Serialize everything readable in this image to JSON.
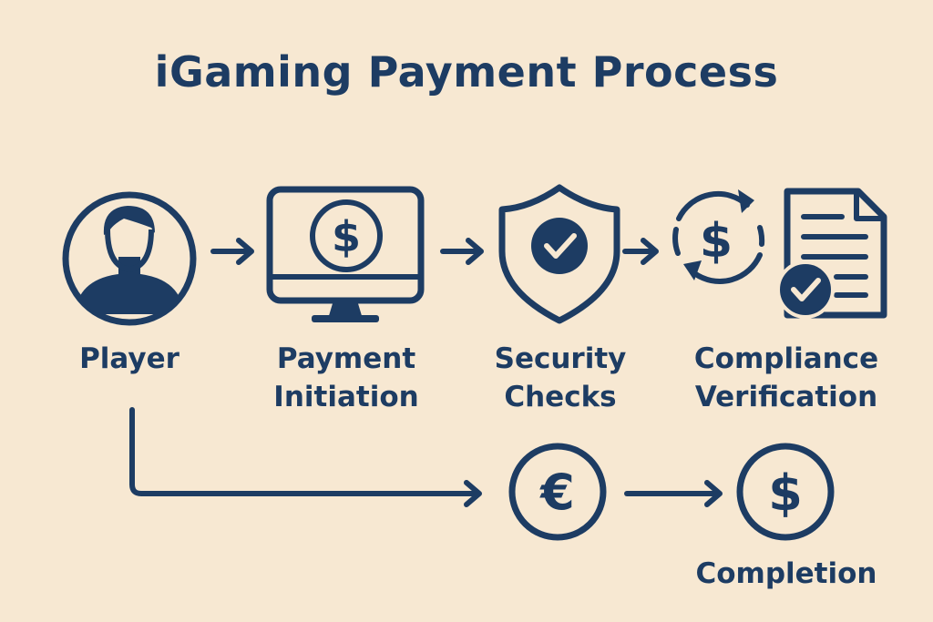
{
  "title": "iGaming Payment Process",
  "steps": [
    {
      "icon": "player-icon",
      "label": [
        "Player"
      ]
    },
    {
      "icon": "monitor-dollar-icon",
      "label": [
        "Payment",
        "Initiation"
      ]
    },
    {
      "icon": "shield-check-icon",
      "label": [
        "Security",
        "Checks"
      ]
    },
    {
      "icon": "dollar-cycle-document-check-icon",
      "label": [
        "Compliance",
        "Verification"
      ]
    },
    {
      "icon": "euro-icon",
      "label": []
    },
    {
      "icon": "dollar-icon",
      "label": [
        "Completion"
      ]
    }
  ],
  "colors": {
    "background": "#f7e8d2",
    "primary": "#1d3c63"
  }
}
